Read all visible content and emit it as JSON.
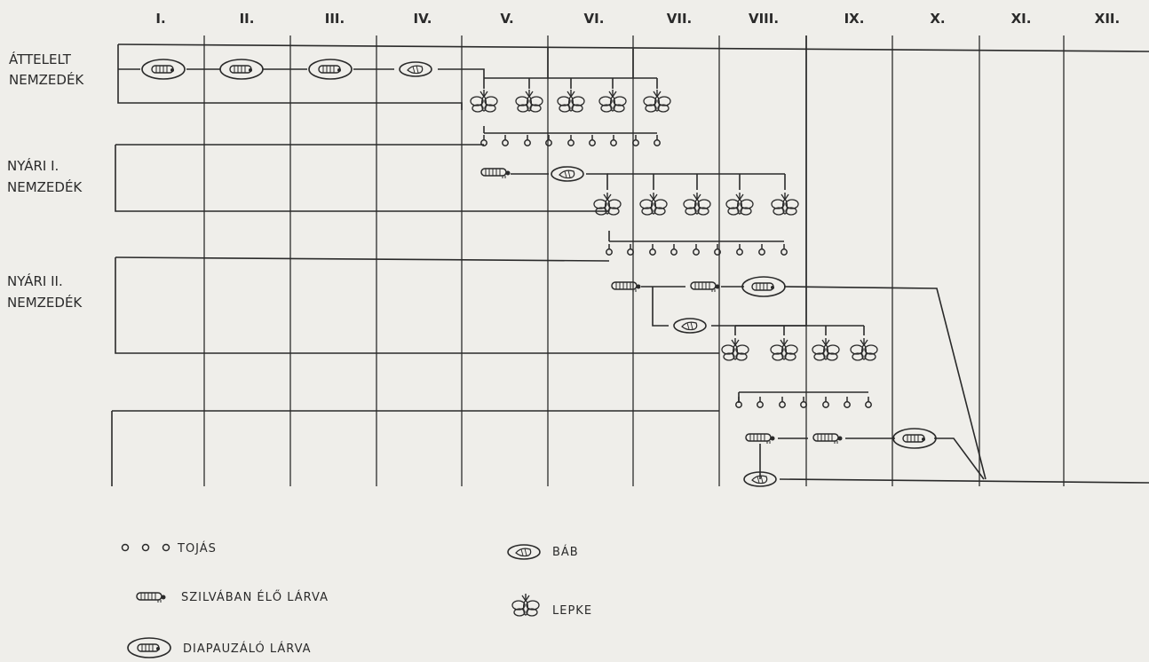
{
  "months": [
    "I.",
    "II.",
    "III.",
    "IV.",
    "V.",
    "VI.",
    "VII.",
    "VIII.",
    "IX.",
    "X.",
    "XI.",
    "XII."
  ],
  "generations": [
    {
      "line1": "ÁTTELELT",
      "line2": "NEMZEDÉK"
    },
    {
      "line1": "NYÁRI I.",
      "line2": "NEMZEDÉK"
    },
    {
      "line1": "NYÁRI II.",
      "line2": "NEMZEDÉK"
    }
  ],
  "legend": {
    "egg": "TOJÁS",
    "larva": "SZILVÁBAN ÉLŐ LÁRVA",
    "diapause": "DIAPAUZÁLÓ LÁRVA",
    "pupa": "BÁB",
    "moth": "LEPKE"
  },
  "icons": {
    "egg": "egg-icon",
    "larva": "larva-icon",
    "diapause": "diapause-larva-icon",
    "pupa": "pupa-icon",
    "moth": "moth-icon"
  },
  "colors": {
    "ink": "#2a2a2a",
    "paper": "#efeeea"
  }
}
